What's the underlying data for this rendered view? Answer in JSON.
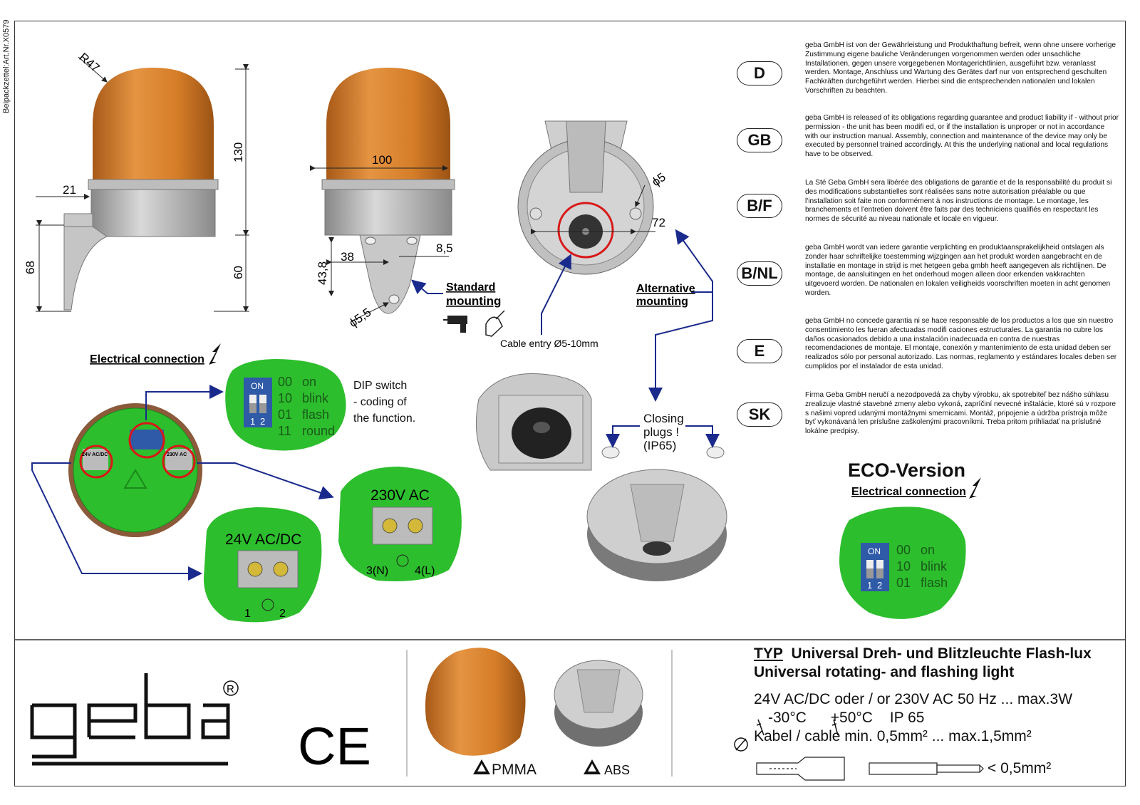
{
  "side_label": "Beipackzettel:Art.Nr.X0579",
  "dims": {
    "r47": "R47",
    "d21": "21",
    "d68": "68",
    "d130": "130",
    "d60": "60",
    "d100": "100",
    "d38": "38",
    "d43_8": "43,8",
    "d8_5": "8,5",
    "d5_5": "ϕ5,5",
    "d5": "ϕ5",
    "d72": "72"
  },
  "labels": {
    "standard_mounting_1": "Standard",
    "standard_mounting_2": "mounting",
    "alternative_mounting_1": "Alternative",
    "alternative_mounting_2": "mounting",
    "cable_entry": "Cable entry Ø5-10mm",
    "electrical_connection": "Electrical connection",
    "dip_switch_1": "DIP switch",
    "dip_switch_2": "- coding of",
    "dip_switch_3": "the function.",
    "closing_1": "Closing",
    "closing_2": "plugs !",
    "closing_3": "(IP65)",
    "v24": "24V AC/DC",
    "v230": "230V AC",
    "t1": "1",
    "t2": "2",
    "t3": "3(N)",
    "t4": "4(L)",
    "eco_version": "ECO-Version",
    "eco_electrical": "Electrical connection",
    "pcb_24": "24V AC/DC",
    "pcb_230": "230V AC"
  },
  "dip": {
    "on": "ON",
    "n1": "1",
    "n2": "2",
    "codes": [
      "00",
      "10",
      "01",
      "11"
    ],
    "modes": [
      "on",
      "blink",
      "flash",
      "round"
    ]
  },
  "eco_dip": {
    "codes": [
      "00",
      "10",
      "01"
    ],
    "modes": [
      "on",
      "blink",
      "flash"
    ]
  },
  "languages": [
    {
      "code": "D",
      "text": "geba GmbH ist von der Gewährleistung und Produkthaftung befreit, wenn ohne unsere vorherige Zustimmung eigene bauliche Veränderungen vorgenommen werden oder unsachliche Installationen, gegen unsere vorgegebenen Montagerichtlinien, ausgeführt bzw. veranlasst werden. Montage, Anschluss und Wartung des Gerätes darf nur von entsprechend geschulten Fachkräften durchgeführt werden. Hierbei sind die entsprechenden nationalen und lokalen Vorschriften zu beachten."
    },
    {
      "code": "GB",
      "text": "geba GmbH is released of its obligations regarding guarantee and product liability if - without prior permission - the unit has been modifi ed, or if the installation is unproper or not in accordance with our instruction manual. Assembly, connection and maintenance of the device may only be executed by personnel trained accordingly. At this the underlying national and local regulations have to be observed."
    },
    {
      "code": "B/F",
      "text": "La Sté Geba GmbH sera libérée des obligations de garantie et de la responsabilité du produit si des modifications substantielles sont réalisées sans notre autorisation préalable ou que l'installation soit faite non conformément à nos instructions de montage. Le montage, les branchements et l'entretien doivent être faits par des techniciens qualifiés en respectant les normes de sécurité au niveau nationale et locale en vigueur."
    },
    {
      "code": "B/NL",
      "text": "geba GmbH wordt van iedere garantie verplichting en produktaansprakelijkheid ontslagen als zonder haar schriftelijke toestemming wijzgingen aan het produkt worden aangebracht en de installatie en montage in strijd is met hetgeen geba gmbh heeft aangegeven als richtlijnen. De montage, de aansluitingen en het onderhoud mogen alleen door erkenden vakkrachten uitgevoerd worden. De nationalen en lokalen veiligheids voorschriften moeten in acht genomen worden."
    },
    {
      "code": "E",
      "text": "geba GmbH no concede garantia ni se hace responsable de los productos a los que sin nuestro consentimiento les fueran afectuadas modifi caciones estructurales. La garantia no cubre los daños ocasionados debido a una instalación inadecuada en contra de nuestras recomendaciones de montaje. El montaje, conexión y mantenimiento de esta unidad deben ser realizados sólo por personal autorizado. Las normas, reglamento y estándares locales deben ser cumplidos por el instalador de esta unidad."
    },
    {
      "code": "SK",
      "text": "Firma Geba GmbH neručí a nezodpovedá za chyby výrobku, ak spotrebiteľ bez nášho súhlasu zrealizuje vlastné stavebné zmeny alebo vykoná, zapríčiní nevecné inštalácie, ktoré sú v rozpore s našimi vopred udanými montážnymi smernicami. Montáž, pripojenie a údržba prístroja môže byť vykonávaná len príslušne zaškolenými pracovníkmi. Treba pritom prihliadať na príslušné lokálne predpisy."
    }
  ],
  "footer": {
    "logo": "geba",
    "registered": "R",
    "ce": "CE",
    "pmma": "PMMA",
    "abs": "ABS",
    "typ": "TYP",
    "title_de": "Universal Dreh- und Blitzleuchte Flash-lux",
    "title_en": "Universal rotating- and flashing light",
    "voltage": "24V AC/DC  oder / or 230V AC  50 Hz ... max.3W",
    "temp_low": "-30°C",
    "temp_high": "+50°C",
    "ip": "IP 65",
    "cable": "Kabel / cable min. 0,5mm² ... max.1,5mm²",
    "wire": "< 0,5mm²"
  },
  "colors": {
    "dome": "#D9822B",
    "pcb": "#2DBE2D",
    "arrow": "#1a2a8c",
    "red_circle": "#d81818",
    "dip_blue": "#2f5aa8"
  }
}
